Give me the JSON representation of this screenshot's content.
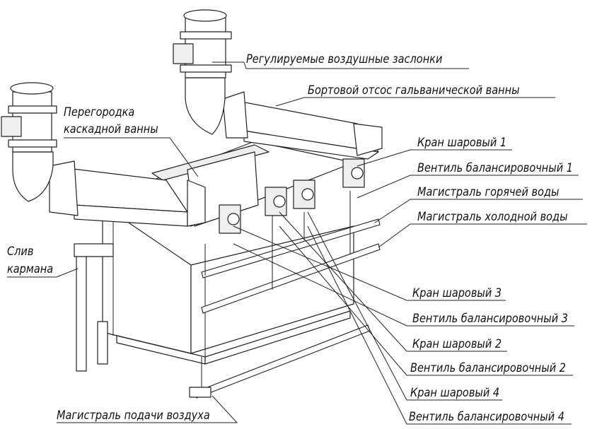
{
  "labels": {
    "dampers": "Регулируемые воздушные заслонки",
    "side_exhaust": "Бортовой отсос гальванической ванны",
    "partition_1": "Перегородка",
    "partition_2": "каскадной ванны",
    "ball_valve_1": "Кран шаровый 1",
    "balancing_valve_1": "Вентиль балансировочный 1",
    "hot_water_main": "Магистраль горячей воды",
    "cold_water_main": "Магистраль холодной воды",
    "drain_1": "Слив",
    "drain_2": "кармана",
    "ball_valve_3": "Кран шаровый 3",
    "balancing_valve_3": "Вентиль балансировочный 3",
    "ball_valve_2": "Кран шаровый 2",
    "balancing_valve_2": "Вентиль балансировочный 2",
    "ball_valve_4": "Кран шаровый 4",
    "balancing_valve_4": "Вентиль балансировочный 4",
    "air_supply_main": "Магистраль подачи воздуха"
  }
}
